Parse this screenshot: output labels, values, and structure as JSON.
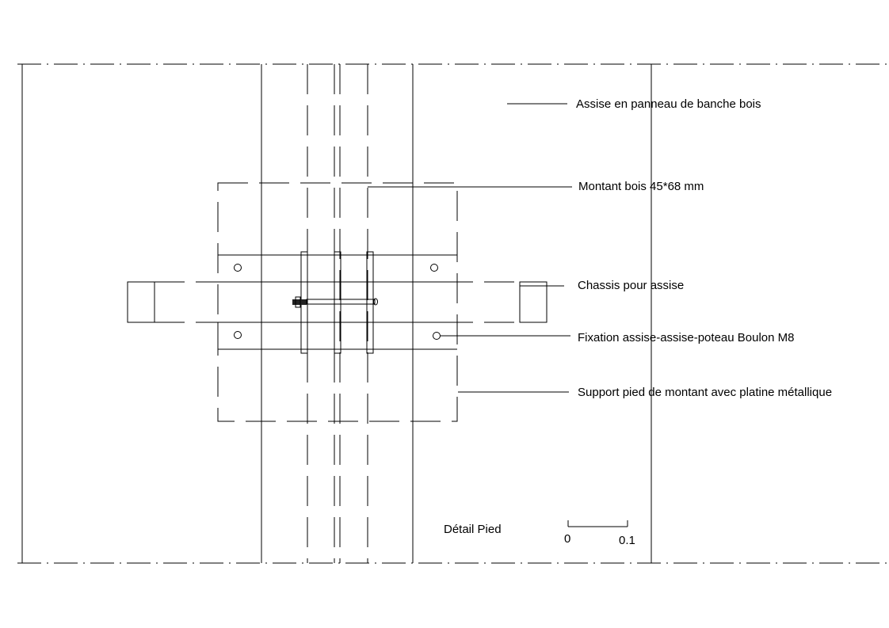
{
  "labels": {
    "assise": "Assise en panneau de banche bois",
    "montant": "Montant bois 45*68 mm",
    "chassis": "Chassis pour assise",
    "fixation": "Fixation assise-assise-poteau Boulon M8",
    "support": "Support pied de montant avec platine métallique"
  },
  "title": "Détail Pied",
  "scale_bar": {
    "start": "0",
    "end": "0.1"
  }
}
